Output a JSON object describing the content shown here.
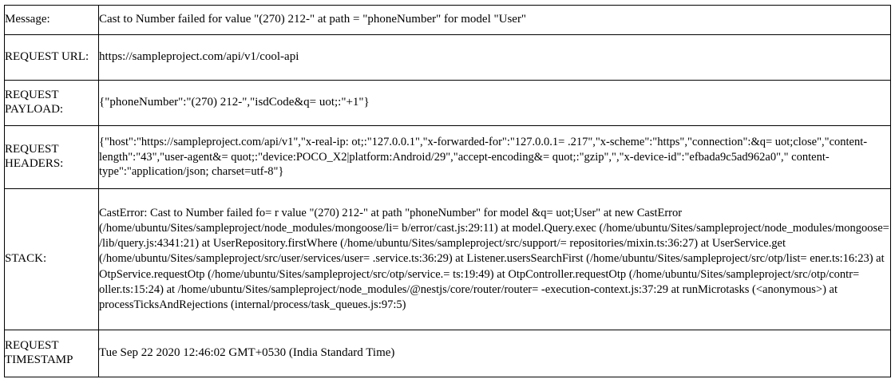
{
  "table": {
    "rows": [
      {
        "label": "Message:",
        "value": "Cast to Number failed for value \"(270) 212-\" at path = \"phoneNumber\" for model \"User\""
      },
      {
        "label": "REQUEST URL:",
        "value": "https://sampleproject.com/api/v1/cool-api"
      },
      {
        "label": "REQUEST PAYLOAD:",
        "value": "{\"phoneNumber\":\"(270) 212-\",\"isdCode&q= uot;:\"+1\"}"
      },
      {
        "label": "REQUEST HEADERS:",
        "value": "{\"host\":\"https://sampleproject.com/api/v1\",\"x-real-ip: ot;:\"127.0.0.1\",\"x-forwarded-for\":\"127.0.0.1= .217\",\"x-scheme\":\"https\",\"connection\":&q= uot;close\",\"content-length\":\"43\",\"user-agent&= quot;:\"device:POCO_X2|platform:Android/29\",\"accept-encoding&= quot;:\"gzip\",\",\"x-device-id\":\"efbada9c5ad962a0\",\" content-type\":\"application/json; charset=utf-8\"}"
      },
      {
        "label": "STACK:",
        "value": "CastError: Cast to Number failed fo= r value \"(270) 212-\" at path \"phoneNumber\" for model &q= uot;User\" at new CastError (/home/ubuntu/Sites/sampleproject/node_modules/mongoose/li= b/error/cast.js:29:11) at model.Query.exec (/home/ubuntu/Sites/sampleproject/node_modules/mongoose= /lib/query.js:4341:21) at UserRepository.firstWhere (/home/ubuntu/Sites/sampleproject/src/support/= repositories/mixin.ts:36:27) at UserService.get (/home/ubuntu/Sites/sampleproject/src/user/services/user= .service.ts:36:29) at Listener.usersSearchFirst (/home/ubuntu/Sites/sampleproject/src/otp/list= ener.ts:16:23) at OtpService.requestOtp (/home/ubuntu/Sites/sampleproject/src/otp/service.= ts:19:49) at OtpController.requestOtp (/home/ubuntu/Sites/sampleproject/src/otp/contr= oller.ts:15:24) at /home/ubuntu/Sites/sampleproject/node_modules/@nestjs/core/router/router= -execution-context.js:37:29 at runMicrotasks (<anonymous>) at processTicksAndRejections (internal/process/task_queues.js:97:5)"
      },
      {
        "label": "REQUEST TIMESTAMP",
        "value": "Tue Sep 22 2020 12:46:02 GMT+0530 (India Standard Time)"
      }
    ]
  }
}
